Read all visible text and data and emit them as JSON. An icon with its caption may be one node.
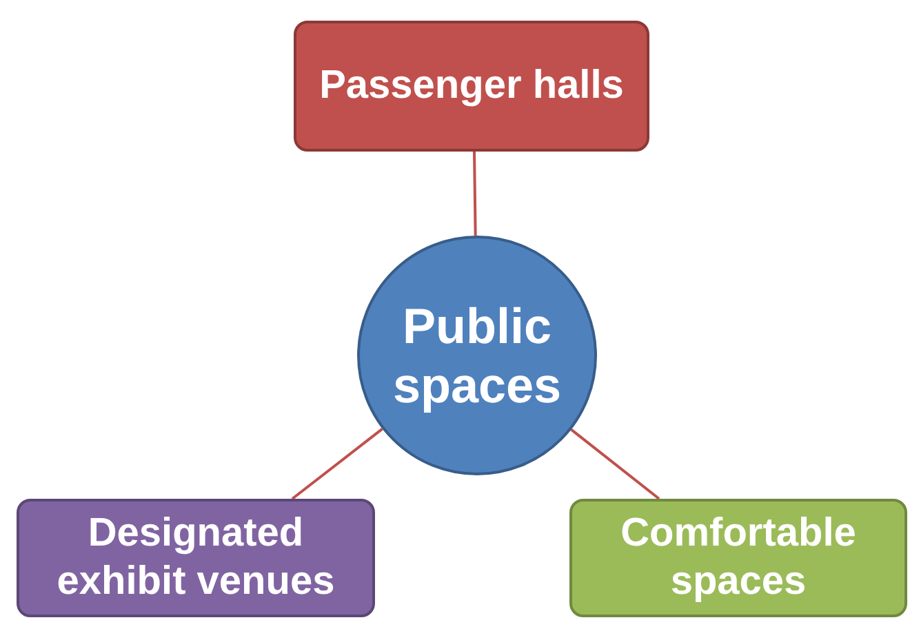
{
  "diagram": {
    "nodes": [
      {
        "text": [
          "Passenger halls"
        ]
      },
      {
        "text": [
          "Public spaces"
        ]
      },
      {
        "text": [
          "Designated exhibit venues"
        ]
      },
      {
        "text": [
          "Comfortable spaces"
        ]
      }
    ],
    "edges": [
      {
        "from": 1,
        "to": 0,
        "arrow": "none"
      },
      {
        "from": 1,
        "to": 2,
        "arrow": "none"
      },
      {
        "from": 1,
        "to": 3,
        "arrow": "none"
      }
    ]
  }
}
